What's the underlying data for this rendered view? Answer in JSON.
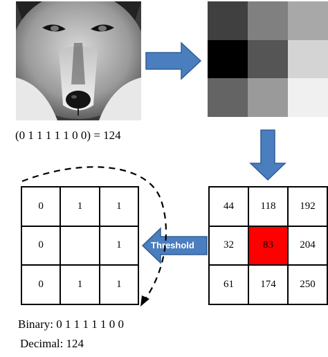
{
  "binary_eq_label": "(0 1 1 1 1 1 0 0) = 124",
  "threshold_label": "Threshold",
  "binary_label": "Binary: 0 1 1 1 1 1 0 0",
  "decimal_label": "Decimal: 124",
  "intensity_grid": {
    "values": [
      "44",
      "118",
      "192",
      "32",
      "83",
      "204",
      "61",
      "174",
      "250"
    ],
    "center_color": "#ff0000"
  },
  "binary_grid": {
    "values": [
      "0",
      "1",
      "1",
      "0",
      "",
      "1",
      "0",
      "1",
      "1"
    ]
  },
  "gray_patch_colors": [
    "#404040",
    "#808080",
    "#a8a8a8",
    "#000000",
    "#555555",
    "#d4d4d4",
    "#646464",
    "#9a9a9a",
    "#f0f0f0"
  ],
  "arrow_color": "#4a7ebf"
}
